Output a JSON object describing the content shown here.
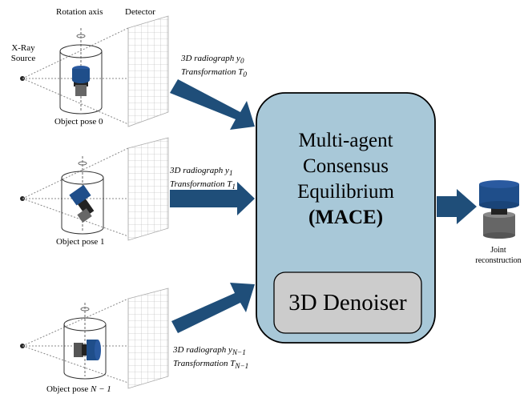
{
  "top_labels": {
    "rotation_axis": "Rotation axis",
    "detector": "Detector"
  },
  "source_label": [
    "X-Ray",
    "Source"
  ],
  "pose_labels": [
    "Object pose 0",
    "Object pose 1",
    "Object pose",
    "N − 1"
  ],
  "radiograph_labels": [
    {
      "line1": "3D radiograph y",
      "sub1": "0",
      "line2": "Transformation T",
      "sub2": "0"
    },
    {
      "line1": "3D radiograph y",
      "sub1": "1",
      "line2": "Transformation T",
      "sub2": "1"
    },
    {
      "line1": "3D radiograph y",
      "sub1": "N−1",
      "line2": "Transformation T",
      "sub2": "N−1"
    }
  ],
  "mace": {
    "line1": "Multi-agent",
    "line2": "Consensus",
    "line3": "Equilibrium",
    "line4": "(MACE)"
  },
  "denoiser": "3D Denoiser",
  "output_label": [
    "Joint",
    "reconstruction"
  ],
  "colors": {
    "mace_fill": "#a8c8d8",
    "denoiser_fill": "#cccccc",
    "arrow": "#1f4e79",
    "object_blue": "#1f4e8a",
    "object_grey": "#666666"
  }
}
